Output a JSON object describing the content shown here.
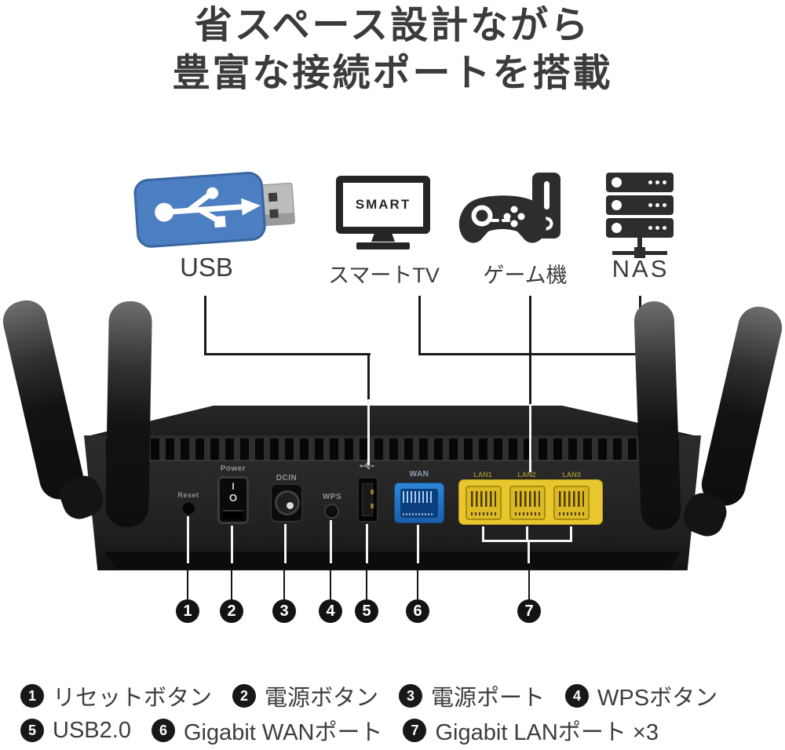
{
  "title": {
    "line1": "省スペース設計ながら",
    "line2": "豊富な接続ポートを搭載"
  },
  "devices": {
    "usb": {
      "label": "USB"
    },
    "smart_tv": {
      "label": "スマートTV",
      "screen_text": "SMART"
    },
    "game": {
      "label": "ゲーム機"
    },
    "nas": {
      "label": "NAS"
    }
  },
  "router": {
    "port_labels": {
      "reset": "Reset",
      "power": "Power",
      "power_on": "I",
      "power_off": "O",
      "dcin": "DCIN",
      "wps": "WPS",
      "wan": "WAN",
      "lan1": "LAN1",
      "lan2": "LAN2",
      "lan3": "LAN3"
    }
  },
  "callouts": [
    "1",
    "2",
    "3",
    "4",
    "5",
    "6",
    "7"
  ],
  "legend": {
    "row1": [
      {
        "num": "1",
        "label": "リセットボタン"
      },
      {
        "num": "2",
        "label": "電源ボタン"
      },
      {
        "num": "3",
        "label": "電源ポート"
      },
      {
        "num": "4",
        "label": "WPSボタン"
      }
    ],
    "row2": [
      {
        "num": "5",
        "label": "USB2.0"
      },
      {
        "num": "6",
        "label": "Gigabit WANポート"
      },
      {
        "num": "7",
        "label": "Gigabit LANポート ×3"
      }
    ]
  },
  "colors": {
    "wan_port_blue": "#1e6fc2",
    "lan_port_yellow": "#e8c62e",
    "usb_drive_blue": "#4c7ec2",
    "text_dark": "#3b3b3b"
  }
}
